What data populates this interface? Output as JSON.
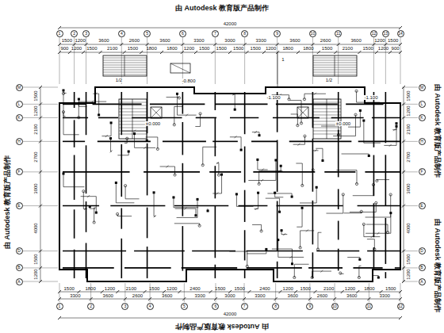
{
  "diagram": {
    "nodes": [
      {
        "text": [
          "1"
        ]
      },
      {
        "text": [
          "2"
        ]
      },
      {
        "text": [
          "3"
        ]
      },
      {
        "text": [
          "4"
        ]
      },
      {
        "text": [
          "5"
        ]
      },
      {
        "text": [
          "6"
        ]
      },
      {
        "text": [
          "7"
        ]
      },
      {
        "text": [
          "8"
        ]
      },
      {
        "text": [
          "9"
        ]
      },
      {
        "text": [
          "10"
        ]
      },
      {
        "text": [
          "11"
        ]
      },
      {
        "text": [
          "12"
        ]
      },
      {
        "text": [
          "13"
        ]
      },
      {
        "text": [
          "14"
        ]
      },
      {
        "text": [
          "1"
        ]
      },
      {
        "text": [
          "2"
        ]
      },
      {
        "text": [
          "3"
        ]
      },
      {
        "text": [
          "4"
        ]
      },
      {
        "text": [
          "5"
        ]
      },
      {
        "text": [
          "6"
        ]
      },
      {
        "text": [
          "7"
        ]
      },
      {
        "text": [
          "8"
        ]
      },
      {
        "text": [
          "9"
        ]
      },
      {
        "text": [
          "10"
        ]
      },
      {
        "text": [
          "11"
        ]
      },
      {
        "text": [
          "12"
        ]
      },
      {
        "text": [
          "M"
        ]
      },
      {
        "text": [
          "L"
        ]
      },
      {
        "text": [
          "K"
        ]
      },
      {
        "text": [
          "H"
        ]
      },
      {
        "text": [
          "F"
        ]
      },
      {
        "text": [
          "E"
        ]
      },
      {
        "text": [
          "D"
        ]
      },
      {
        "text": [
          "B"
        ]
      },
      {
        "text": [
          "A"
        ]
      },
      {
        "text": [
          "M"
        ]
      },
      {
        "text": [
          "L"
        ]
      },
      {
        "text": [
          "K"
        ]
      },
      {
        "text": [
          "H"
        ]
      },
      {
        "text": [
          "F"
        ]
      },
      {
        "text": [
          "E"
        ]
      },
      {
        "text": [
          "D"
        ]
      },
      {
        "text": [
          "B"
        ]
      },
      {
        "text": [
          "A"
        ]
      }
    ],
    "labels": [
      "由 Autodesk 教育版产品制作",
      "42000",
      "1500",
      "1200",
      "3600",
      "2600",
      "3600",
      "3300",
      "3000",
      "3300",
      "3600",
      "2600",
      "3600",
      "1200",
      "1500",
      "900",
      "1200",
      "1500",
      "2100",
      "1500",
      "1800",
      "1800",
      "1200",
      "1500",
      "1500",
      "1500",
      "1500",
      "1200",
      "1800",
      "1800",
      "1500",
      "2100",
      "1500",
      "1200",
      "900",
      "42000",
      "3300",
      "3600",
      "2600",
      "3600",
      "3300",
      "3000",
      "3300",
      "3600",
      "2600",
      "3600",
      "3300",
      "1500",
      "1800",
      "1200",
      "2100",
      "1500",
      "1200",
      "2400",
      "1500",
      "1500",
      "2400",
      "1200",
      "1500",
      "2100",
      "1200",
      "1800",
      "1500",
      "1500",
      "1200",
      "2100",
      "2700",
      "3000",
      "4000",
      "1500",
      "1200",
      "1500",
      "1200",
      "2100",
      "2700",
      "3000",
      "4000",
      "1500",
      "1200",
      "由 Autodesk 教育版产品制作",
      "由 Autodesk 教育版产品制作",
      "由 Autodesk 教育版产品制作",
      "由 Autodesk 教育版产品制作",
      "-0.800",
      "-1.100",
      "-1.100",
      "±0.000",
      "±0.000",
      "1/2",
      "1/2",
      "1"
    ]
  }
}
